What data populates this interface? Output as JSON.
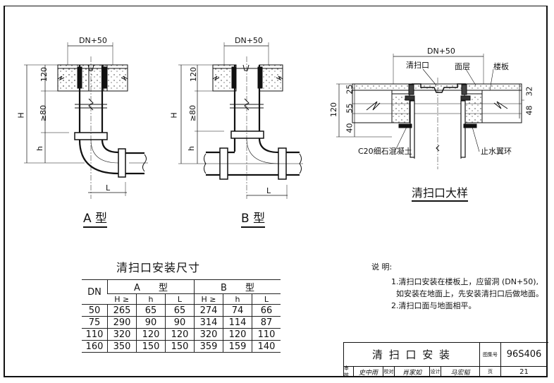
{
  "drawing": {
    "type_a": {
      "caption": "A 型",
      "dim_top": "DN+50",
      "dim_slab": "120",
      "dim_min": "≥80",
      "dim_H": "H",
      "dim_h": "h",
      "dim_L": "L"
    },
    "type_b": {
      "caption": "B 型",
      "dim_top": "DN+50",
      "dim_slab": "120",
      "dim_min": "≥80",
      "dim_H": "H",
      "dim_h": "h",
      "dim_L": "L"
    },
    "detail": {
      "caption": "清扫口大样",
      "dim_top": "DN+50",
      "dim_total": "120",
      "dim_25": "25",
      "dim_55": "55",
      "dim_40": "40",
      "dim_32": "32",
      "dim_48": "48",
      "label_cleanout": "清扫口",
      "label_surface": "面层",
      "label_slab": "楼板",
      "label_concrete": "C20细石混凝土",
      "label_waterstop": "止水翼环"
    }
  },
  "table": {
    "title": "清扫口安装尺寸",
    "col_dn": "DN",
    "group_a": "A　　型",
    "group_b": "B　　型",
    "sub_headers": [
      "H ≥",
      "h",
      "L",
      "H ≥",
      "h",
      "L"
    ],
    "rows": [
      {
        "dn": "50",
        "a_H": "265",
        "a_h": "65",
        "a_L": "65",
        "b_H": "274",
        "b_h": "74",
        "b_L": "66"
      },
      {
        "dn": "75",
        "a_H": "290",
        "a_h": "90",
        "a_L": "90",
        "b_H": "314",
        "b_h": "114",
        "b_L": "87"
      },
      {
        "dn": "110",
        "a_H": "320",
        "a_h": "120",
        "a_L": "120",
        "b_H": "320",
        "b_h": "120",
        "b_L": "110"
      },
      {
        "dn": "160",
        "a_H": "350",
        "a_h": "150",
        "a_L": "150",
        "b_H": "359",
        "b_h": "159",
        "b_L": "140"
      }
    ]
  },
  "notes": {
    "heading": "说 明:",
    "items": [
      "1.清扫口安装在楼板上，应留洞 (DN+50),",
      "  如安装在地面上，先安装清扫口后做地面。",
      "2.清扫口面与地面相平。"
    ]
  },
  "title_block": {
    "title": "清 扫 口 安 装",
    "atlas_label": "图集号",
    "atlas_no": "96S406",
    "review_label": "审核",
    "review_sig": "史中雨",
    "check_label": "校对",
    "check_sig": "肖家如",
    "design_label": "设计",
    "design_sig": "马宏韬",
    "page_label": "页",
    "page_no": "21"
  }
}
